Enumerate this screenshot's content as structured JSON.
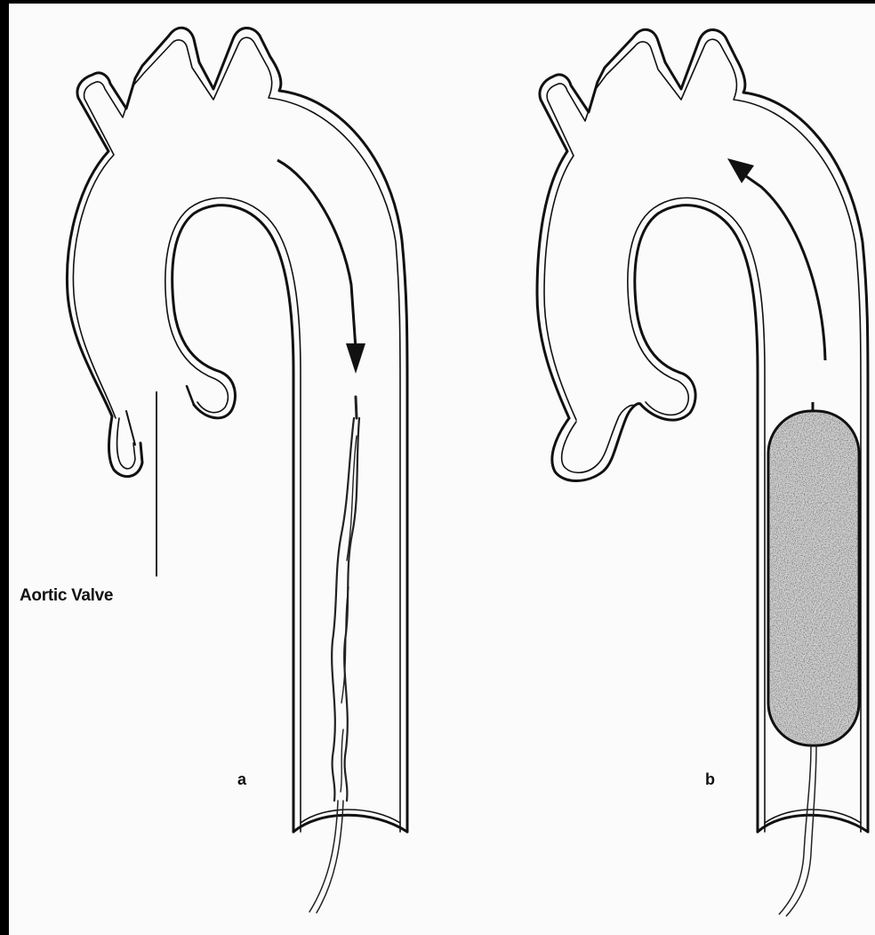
{
  "labels": {
    "aortic_valve": "Aortic Valve",
    "panel_a": "a",
    "panel_b": "b"
  },
  "colors": {
    "background": "#fbfbfb",
    "frame": "#000000",
    "ink": "#111111",
    "balloon_fill": "#cfcfcf"
  }
}
